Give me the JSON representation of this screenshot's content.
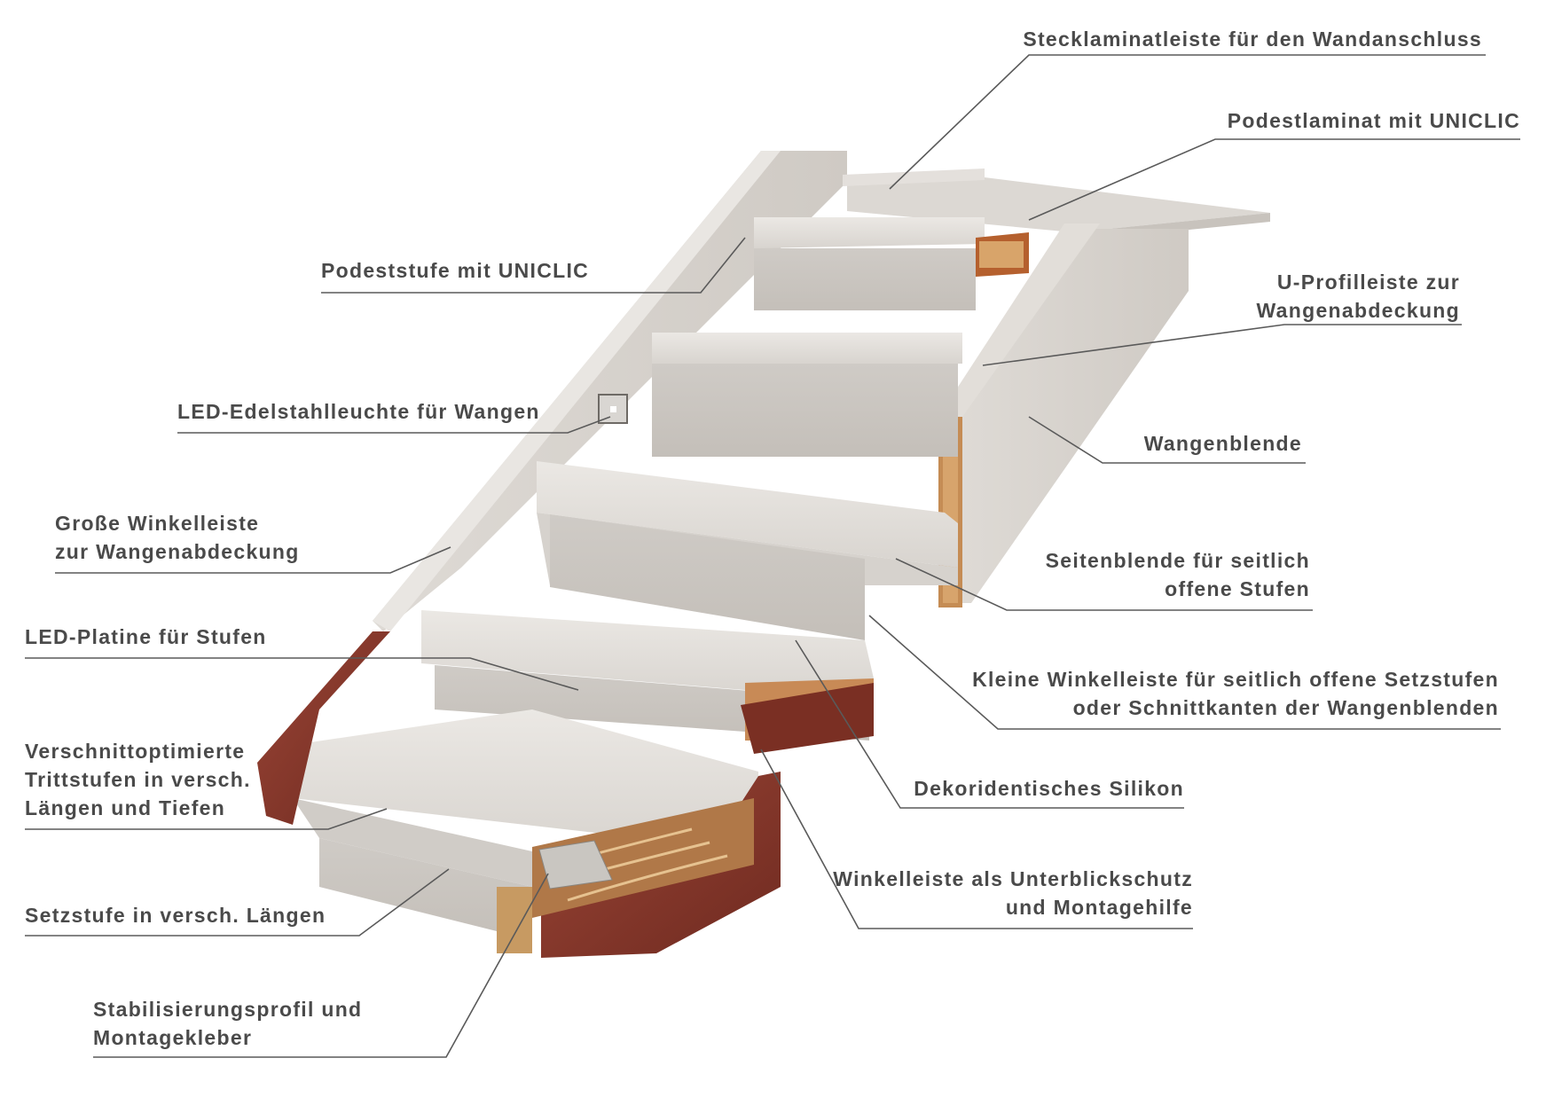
{
  "labels_right": {
    "stecklaminat": "Stecklaminatleiste für den Wandanschluss",
    "podestlaminat": "Podestlaminat mit UNICLIC",
    "u_profil": [
      "U-Profilleiste zur",
      "Wangenabdeckung"
    ],
    "wangenblende": "Wangenblende",
    "seitenblende": [
      "Seitenblende für seitlich",
      "offene Stufen"
    ],
    "kleine_winkelleiste": [
      "Kleine Winkelleiste für seitlich offene Setzstufen",
      "oder Schnittkanten der Wangenblenden"
    ],
    "silikon": "Dekoridentisches Silikon",
    "unterblickschutz": [
      "Winkelleiste als Unterblickschutz",
      "und Montagehilfe"
    ]
  },
  "labels_left": {
    "podeststufe": "Podeststufe mit UNICLIC",
    "led_leuchte": "LED-Edelstahlleuchte für Wangen",
    "grosse_winkelleiste": [
      "Große Winkelleiste",
      "zur Wangenabdeckung"
    ],
    "led_platine": "LED-Platine für Stufen",
    "trittstufen": [
      "Verschnittoptimierte",
      "Trittstufen in versch.",
      "Längen und Tiefen"
    ],
    "setzstufe": "Setzstufe in versch. Längen",
    "stabilisierung": [
      "Stabilisierungsprofil und",
      "Montagekleber"
    ]
  },
  "colors": {
    "laminate_light": "#e6e3df",
    "laminate_mid": "#d3cfca",
    "laminate_dark": "#bdb8b2",
    "brick": "#8b3a2e",
    "wood_core": "#c99a63",
    "leader": "#5a5a5a",
    "text": "#4a4a4a"
  }
}
